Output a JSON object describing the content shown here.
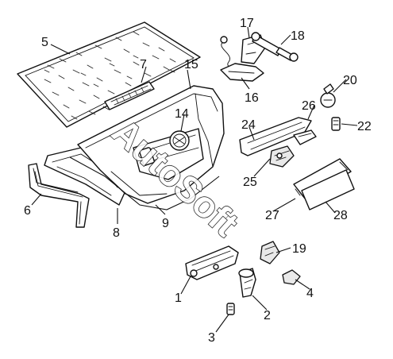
{
  "watermark": {
    "text": "AutoSoft"
  },
  "callouts": {
    "c1": "1",
    "c2": "2",
    "c3": "3",
    "c4": "4",
    "c5": "5",
    "c6": "6",
    "c7": "7",
    "c8": "8",
    "c9": "9",
    "c14": "14",
    "c15": "15",
    "c16": "16",
    "c17": "17",
    "c18": "18",
    "c19": "19",
    "c20": "20",
    "c22": "22",
    "c24": "24",
    "c25": "25",
    "c26": "26",
    "c27": "27",
    "c28": "28"
  }
}
